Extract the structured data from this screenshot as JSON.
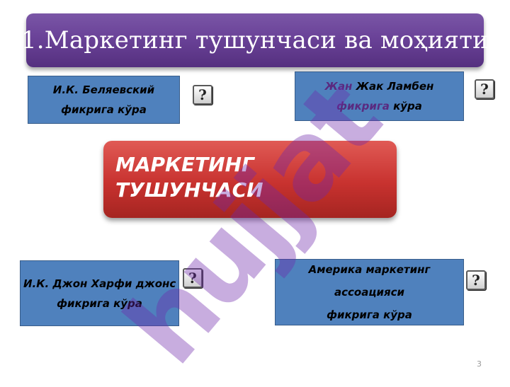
{
  "slide": {
    "title": "1.Маркетинг тушунчаси ва моҳияти",
    "center": {
      "line1": "МАРКЕТИНГ",
      "line2": "ТУШУНЧАСИ"
    },
    "boxes": [
      {
        "line1": "И.К. Беляевский",
        "line2": "фикрига кўра"
      },
      {
        "line1a": "Жан",
        "line1b": " Жак Ламбен",
        "line2a": "фикрига",
        "line2b": " кўра"
      },
      {
        "line1": "И.К. Джон Харфи джонс",
        "line2": "фикрига кўра"
      },
      {
        "line1": "Америка маркетинг",
        "line2": "ассоацияси",
        "line3": "фикрига кўра"
      }
    ],
    "help_label": "?",
    "watermark": "hujjat",
    "page_number": "3"
  }
}
